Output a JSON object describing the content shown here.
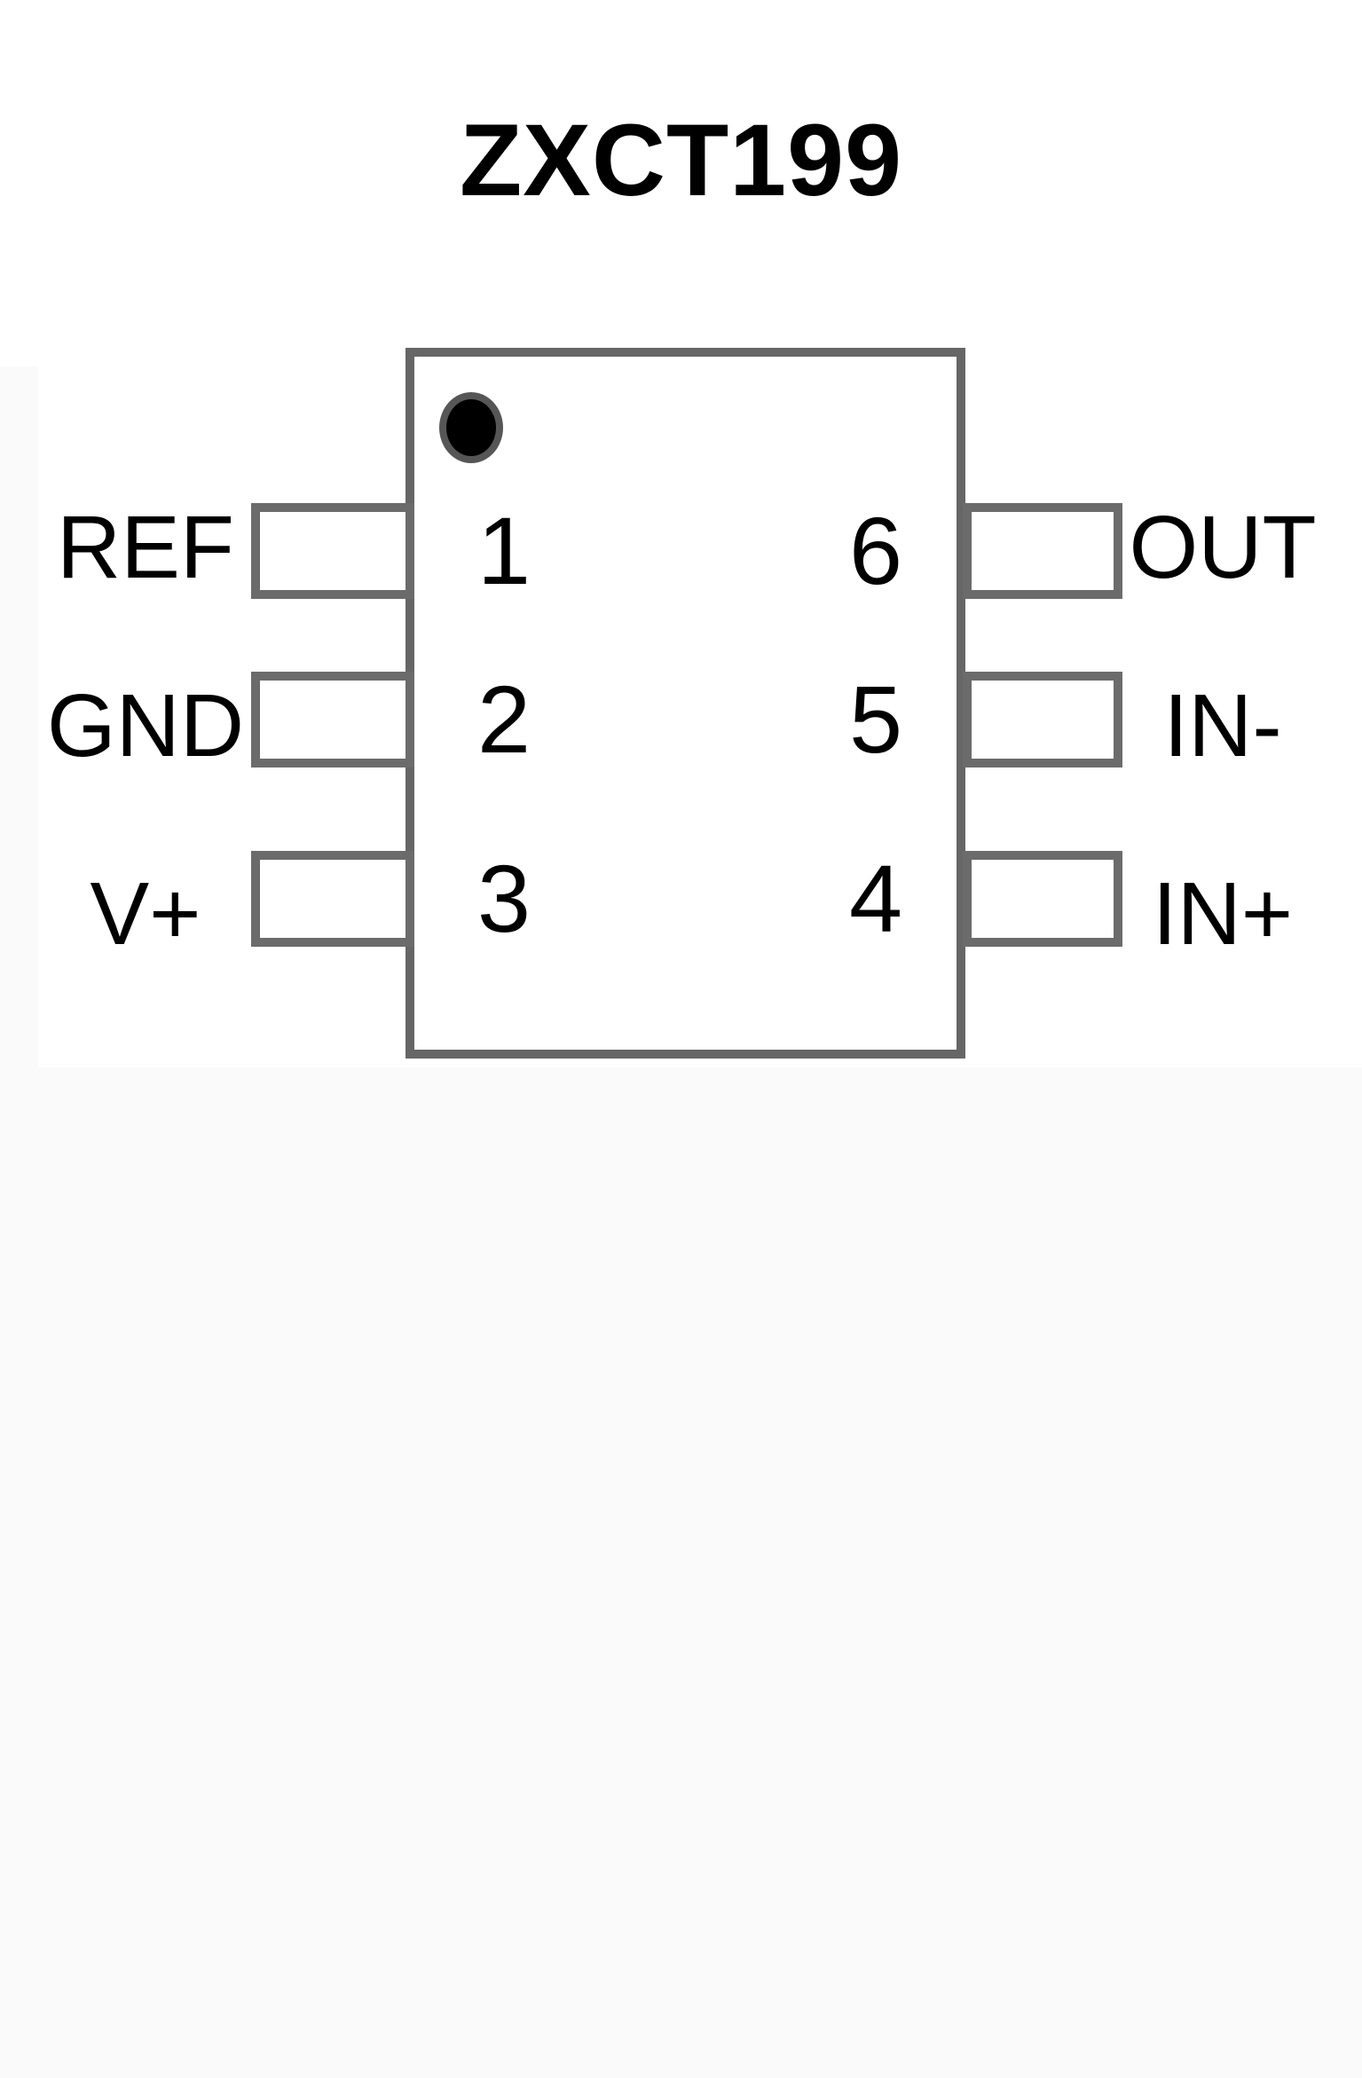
{
  "title": "ZXCT199",
  "pins": {
    "left": [
      {
        "number": "1",
        "label": "REF"
      },
      {
        "number": "2",
        "label": "GND"
      },
      {
        "number": "3",
        "label": "V+"
      }
    ],
    "right": [
      {
        "number": "6",
        "label": "OUT"
      },
      {
        "number": "5",
        "label": "IN-"
      },
      {
        "number": "4",
        "label": "IN+"
      }
    ]
  },
  "colors": {
    "text": "#000000",
    "chip_outline": "#666666",
    "pin_box_border": "#6b6b6b",
    "pin1_dot_ring": "#565656",
    "pin1_dot_fill": "#000000",
    "background": "#ffffff",
    "shade": "#fafafa"
  }
}
